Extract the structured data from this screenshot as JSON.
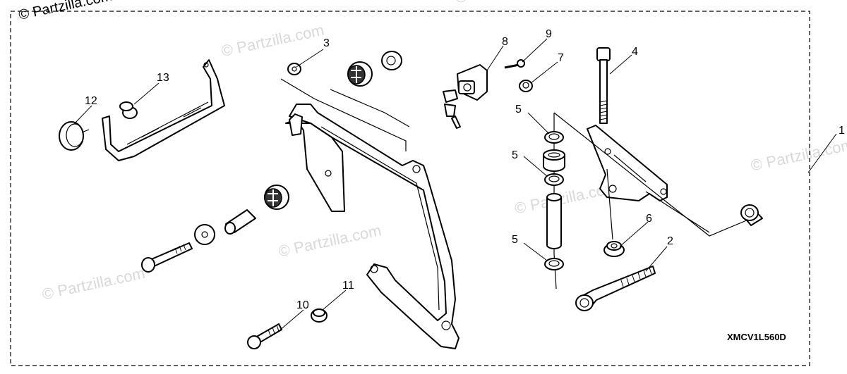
{
  "copyright_text": "© Partzilla.com",
  "watermark_text": "© Partzilla.com",
  "diagram_code": "XMCV1L560D",
  "callouts": [
    {
      "id": "1",
      "label": "1"
    },
    {
      "id": "2",
      "label": "2"
    },
    {
      "id": "3",
      "label": "3"
    },
    {
      "id": "4",
      "label": "4"
    },
    {
      "id": "5a",
      "label": "5"
    },
    {
      "id": "5b",
      "label": "5"
    },
    {
      "id": "5c",
      "label": "5"
    },
    {
      "id": "6",
      "label": "6"
    },
    {
      "id": "7",
      "label": "7"
    },
    {
      "id": "8",
      "label": "8"
    },
    {
      "id": "9",
      "label": "9"
    },
    {
      "id": "10",
      "label": "10"
    },
    {
      "id": "11",
      "label": "11"
    },
    {
      "id": "12",
      "label": "12"
    },
    {
      "id": "13",
      "label": "13"
    }
  ]
}
